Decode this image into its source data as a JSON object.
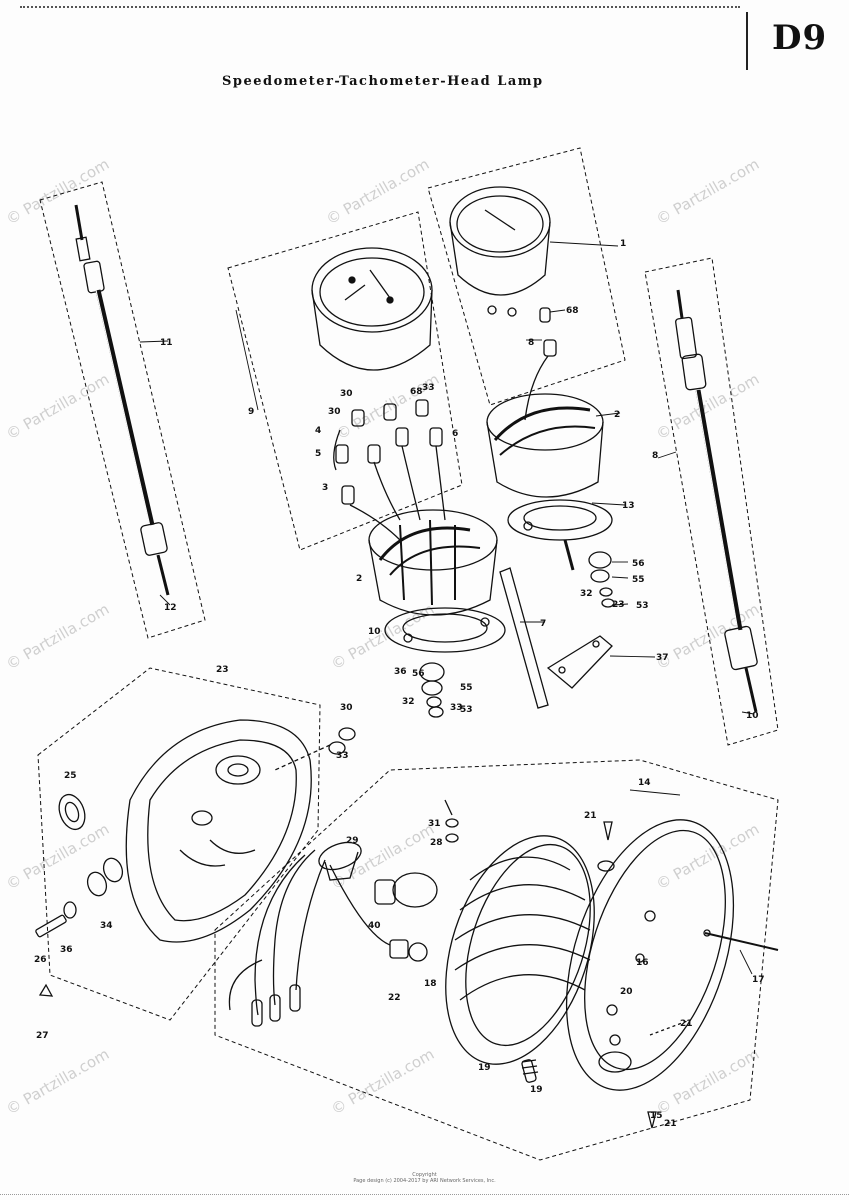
{
  "header": {
    "page_code": "D9",
    "title": "Speedometer-Tachometer-Head Lamp"
  },
  "watermark_text": "© Partzilla.com",
  "callouts": [
    {
      "key": "c1",
      "text": "1"
    },
    {
      "key": "c2",
      "text": "2"
    },
    {
      "key": "c2b",
      "text": "2"
    },
    {
      "key": "c3",
      "text": "3"
    },
    {
      "key": "c4",
      "text": "4"
    },
    {
      "key": "c5",
      "text": "5"
    },
    {
      "key": "c6",
      "text": "6"
    },
    {
      "key": "c7",
      "text": "7"
    },
    {
      "key": "c8",
      "text": "8"
    },
    {
      "key": "c8b",
      "text": "8"
    },
    {
      "key": "c9",
      "text": "9"
    },
    {
      "key": "c10",
      "text": "10"
    },
    {
      "key": "c10b",
      "text": "10"
    },
    {
      "key": "c11",
      "text": "11"
    },
    {
      "key": "c12",
      "text": "12"
    },
    {
      "key": "c13",
      "text": "13"
    },
    {
      "key": "c14",
      "text": "14"
    },
    {
      "key": "c15",
      "text": "15"
    },
    {
      "key": "c16",
      "text": "16"
    },
    {
      "key": "c17",
      "text": "17"
    },
    {
      "key": "c18",
      "text": "18"
    },
    {
      "key": "c19",
      "text": "19"
    },
    {
      "key": "c19b",
      "text": "19"
    },
    {
      "key": "c20",
      "text": "20"
    },
    {
      "key": "c21",
      "text": "21"
    },
    {
      "key": "c21b",
      "text": "21"
    },
    {
      "key": "c21c",
      "text": "21"
    },
    {
      "key": "c22",
      "text": "22"
    },
    {
      "key": "c23",
      "text": "23"
    },
    {
      "key": "c23b",
      "text": "23"
    },
    {
      "key": "c25",
      "text": "25"
    },
    {
      "key": "c26",
      "text": "26"
    },
    {
      "key": "c27",
      "text": "27"
    },
    {
      "key": "c28",
      "text": "28"
    },
    {
      "key": "c29",
      "text": "29"
    },
    {
      "key": "c30",
      "text": "30"
    },
    {
      "key": "c30b",
      "text": "30"
    },
    {
      "key": "c30c",
      "text": "30"
    },
    {
      "key": "c31",
      "text": "31"
    },
    {
      "key": "c32",
      "text": "32"
    },
    {
      "key": "c32b",
      "text": "32"
    },
    {
      "key": "c33",
      "text": "33"
    },
    {
      "key": "c33b",
      "text": "33"
    },
    {
      "key": "c33c",
      "text": "33"
    },
    {
      "key": "c34",
      "text": "34"
    },
    {
      "key": "c36",
      "text": "36"
    },
    {
      "key": "c36b",
      "text": "36"
    },
    {
      "key": "c37",
      "text": "37"
    },
    {
      "key": "c40",
      "text": "40"
    },
    {
      "key": "c53",
      "text": "53"
    },
    {
      "key": "c53b",
      "text": "53"
    },
    {
      "key": "c55",
      "text": "55"
    },
    {
      "key": "c55b",
      "text": "55"
    },
    {
      "key": "c56",
      "text": "56"
    },
    {
      "key": "c56b",
      "text": "56"
    },
    {
      "key": "c68",
      "text": "68"
    },
    {
      "key": "c68b",
      "text": "68"
    }
  ],
  "footer": {
    "line1": "Copyright",
    "line2": "Page design (c) 2004-2017 by ARI Network Services, Inc."
  }
}
